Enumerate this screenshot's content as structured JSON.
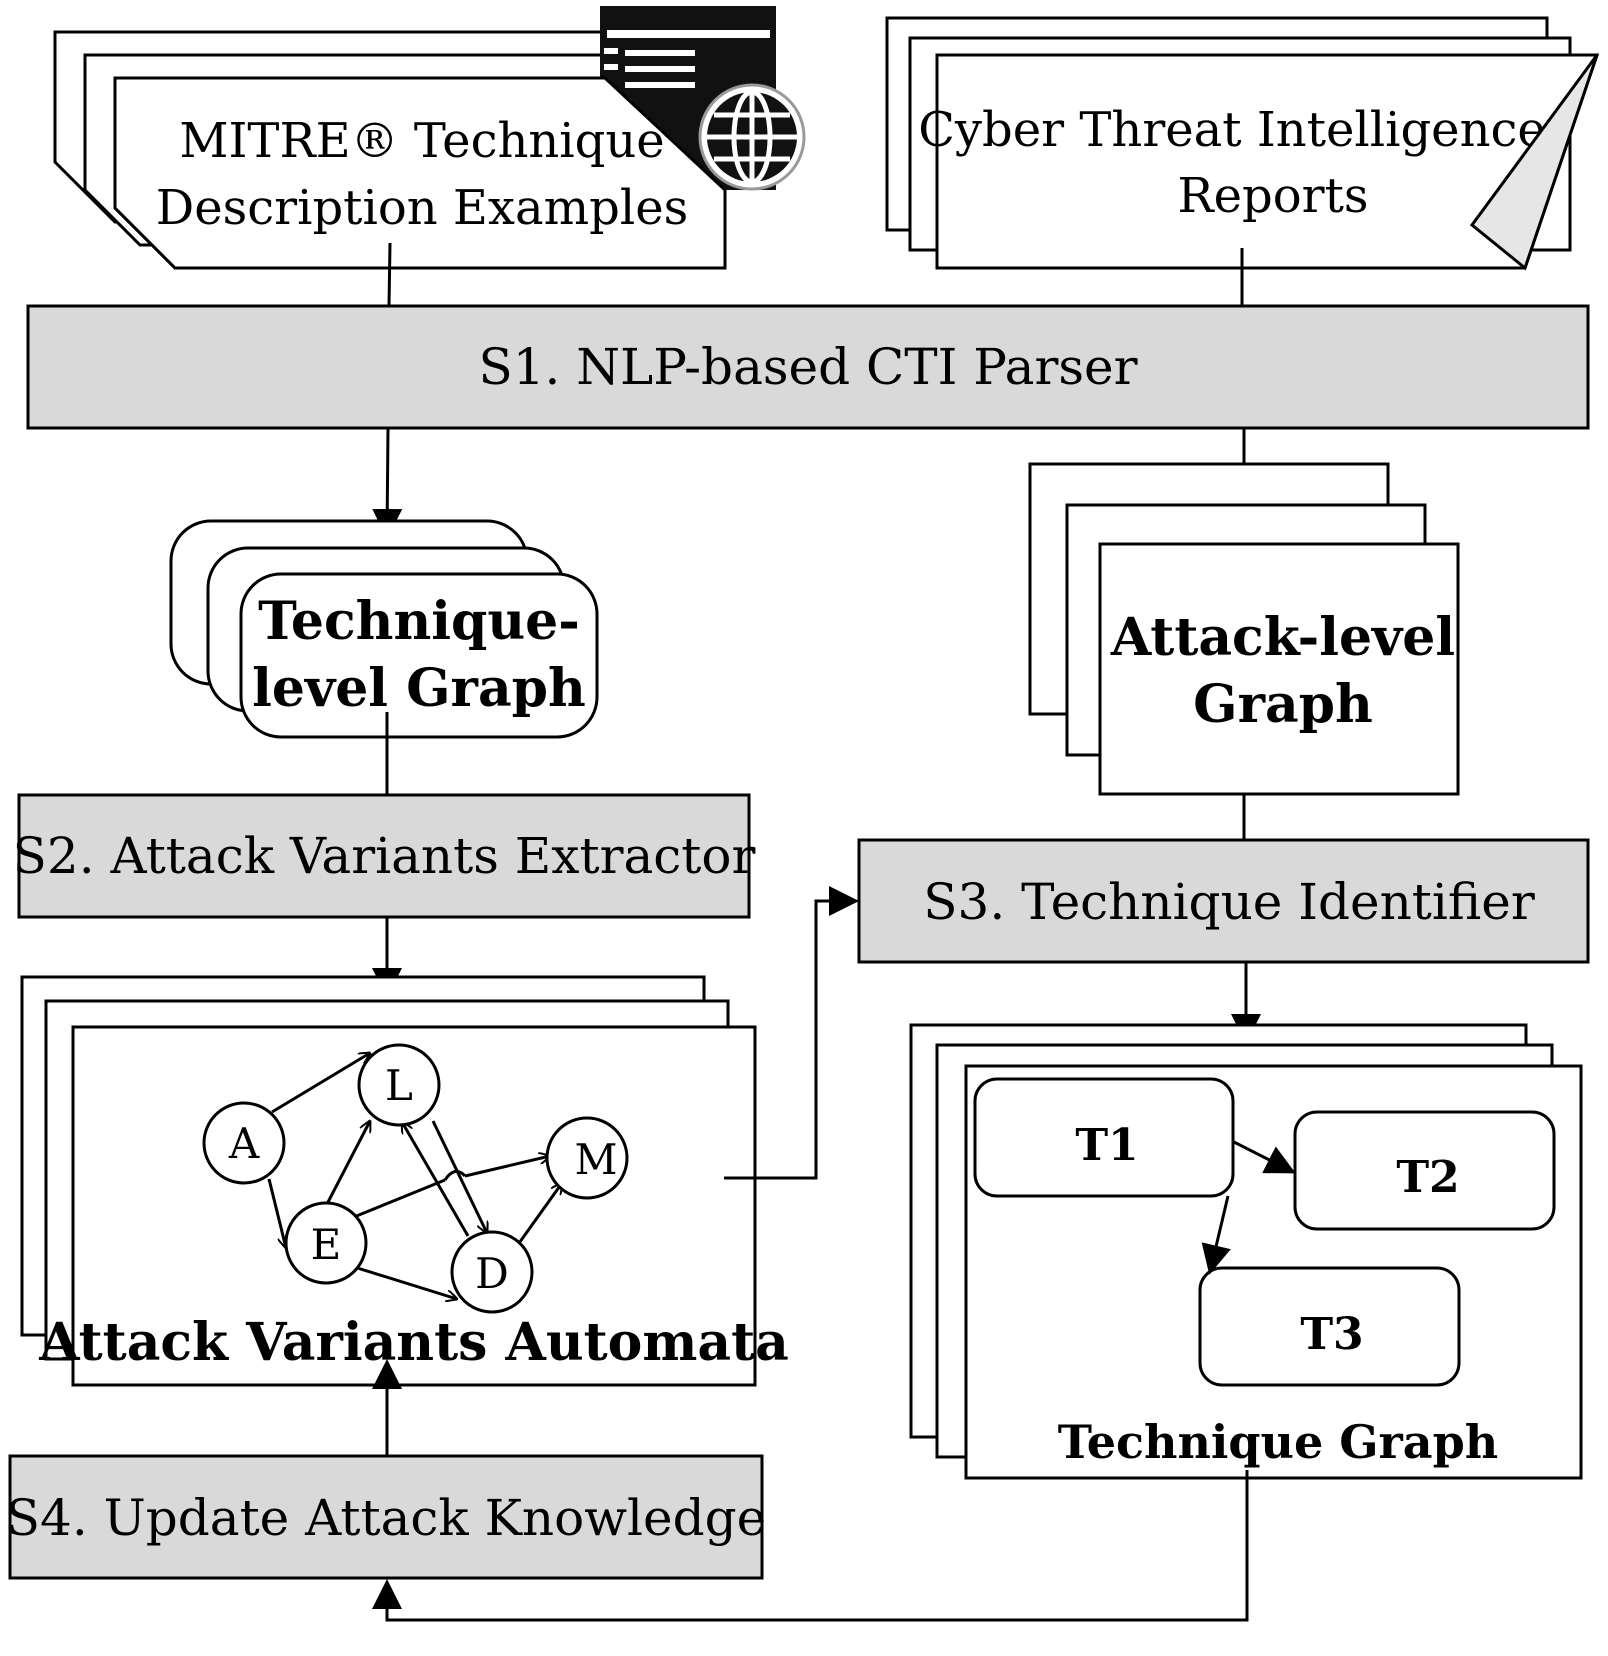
{
  "sources": {
    "mitre_line1": "MITRE® Technique",
    "mitre_line2": "Description Examples",
    "cti_line1": "Cyber Threat Intelligence",
    "cti_line2": "Reports"
  },
  "stages": {
    "s1": "S1. NLP-based CTI Parser",
    "s2": "S2. Attack Variants Extractor",
    "s3": "S3. Technique Identifier",
    "s4": "S4. Update Attack Knowledge"
  },
  "graphs": {
    "technique_level_line1": "Technique-",
    "technique_level_line2": "level Graph",
    "attack_level_line1": "Attack-level",
    "attack_level_line2": "Graph",
    "automata_label": "Attack Variants Automata",
    "technique_graph_label": "Technique Graph"
  },
  "automata_nodes": {
    "a": "A",
    "l": "L",
    "e": "E",
    "d": "D",
    "m": "M"
  },
  "technique_nodes": {
    "t1": "T1",
    "t2": "T2",
    "t3": "T3"
  },
  "colors": {
    "stage_fill": "#d9d9d9",
    "stroke": "#000000",
    "page_fold": "#e6e6e6"
  }
}
